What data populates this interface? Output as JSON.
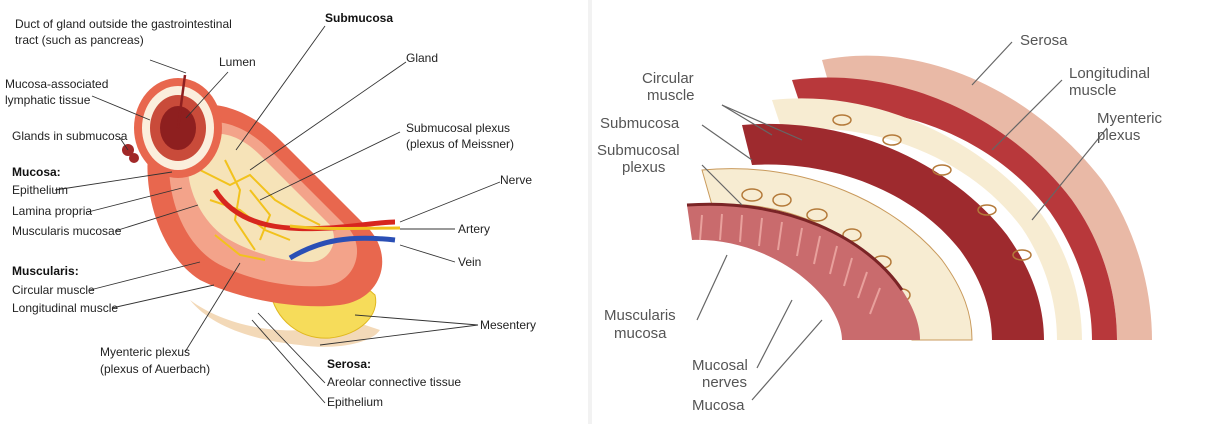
{
  "left_diagram": {
    "labels": {
      "duct_line1": "Duct of gland outside the gastrointestinal",
      "duct_line2": "tract (such as pancreas)",
      "lumen": "Lumen",
      "submucosa": "Submucosa",
      "gland": "Gland",
      "malt_line1": "Mucosa-associated",
      "malt_line2": "lymphatic tissue",
      "glands_in_submucosa": "Glands in submucosa",
      "submucosal_plexus_line1": "Submucosal plexus",
      "submucosal_plexus_line2": "(plexus of Meissner)",
      "mucosa_heading": "Mucosa:",
      "epithelium": "Epithelium",
      "lamina_propria": "Lamina propria",
      "muscularis_mucosae": "Muscularis mucosae",
      "nerve": "Nerve",
      "artery": "Artery",
      "vein": "Vein",
      "muscularis_heading": "Muscularis:",
      "circular_muscle": "Circular muscle",
      "longitudinal_muscle": "Longitudinal muscle",
      "mesentery": "Mesentery",
      "myenteric_line1": "Myenteric plexus",
      "myenteric_line2": "(plexus of Auerbach)",
      "serosa_heading": "Serosa:",
      "areolar": "Areolar connective tissue",
      "serosa_epithelium": "Epithelium"
    },
    "colors": {
      "muscle": "#e8674e",
      "muscle_light": "#f3a38a",
      "mucosa_dark": "#8e1f1f",
      "submucosa": "#f6e3b8",
      "nerve": "#f2c21c",
      "artery": "#d7261e",
      "vein": "#2a4fb5",
      "serosa": "#f3d9b8"
    }
  },
  "right_diagram": {
    "labels": {
      "serosa": "Serosa",
      "longitudinal_line1": "Longitudinal",
      "longitudinal_line2": "muscle",
      "circular_line1": "Circular",
      "circular_line2": "muscle",
      "submucosa": "Submucosa",
      "myenteric_line1": "Myenteric",
      "myenteric_line2": "plexus",
      "submucosal_line1": "Submucosal",
      "submucosal_line2": "plexus",
      "muscularis_line1": "Muscularis",
      "muscularis_line2": "mucosa",
      "mucosal_nerves_line1": "Mucosal",
      "mucosal_nerves_line2": "nerves",
      "mucosa": "Mucosa"
    },
    "colors": {
      "serosa": "#e9b9a6",
      "muscle": "#9e2a2e",
      "plexus_bg": "#f7ecd2",
      "mucosa": "#c96b6d"
    }
  }
}
